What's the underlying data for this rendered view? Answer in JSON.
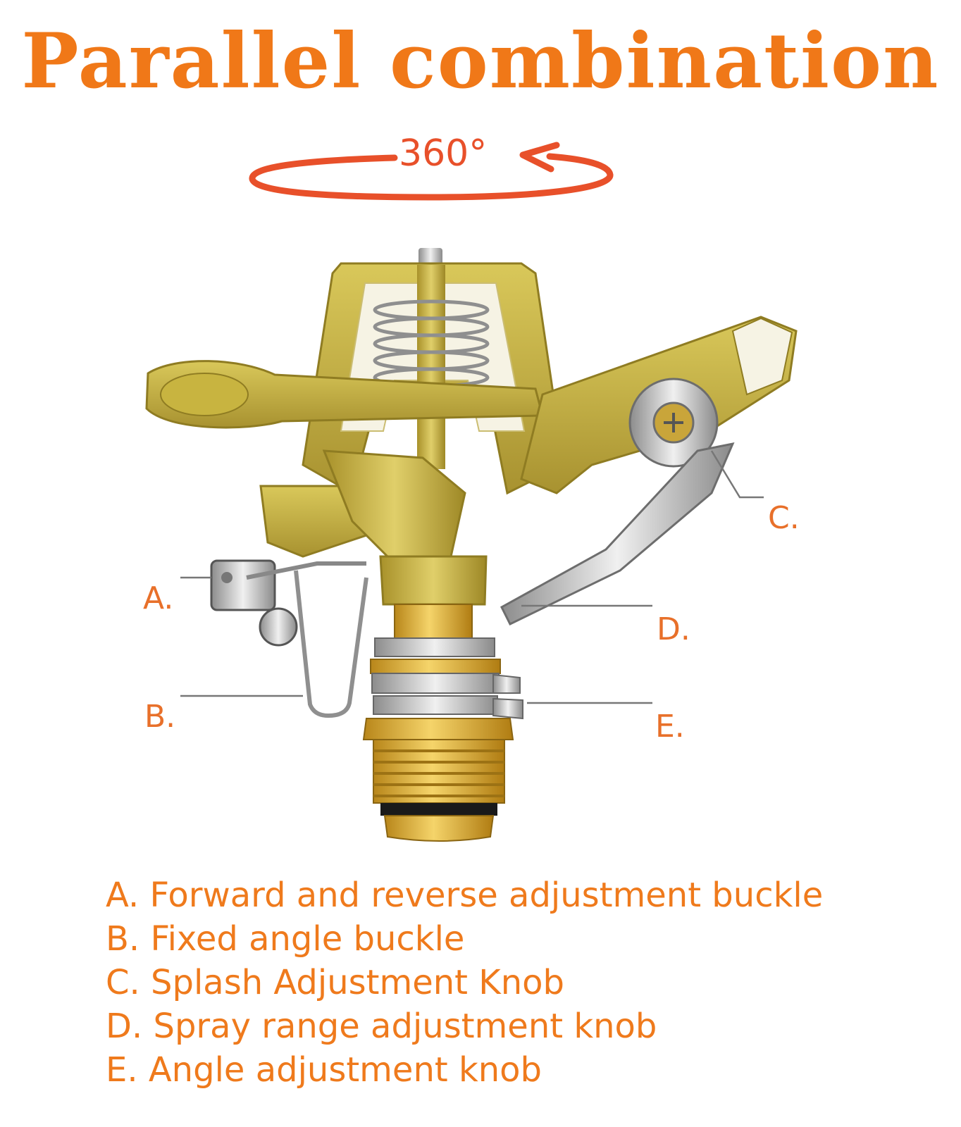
{
  "title": "Parallel combination",
  "rotation": "360°",
  "callouts": {
    "a": "A.",
    "b": "B.",
    "c": "C.",
    "d": "D.",
    "e": "E."
  },
  "legend": [
    "A. Forward and reverse adjustment buckle",
    "B. Fixed angle buckle",
    "C. Splash Adjustment Knob",
    "D. Spray range adjustment knob",
    "E. Angle adjustment knob"
  ],
  "colors": {
    "title": "#f07818",
    "label": "#e8702a",
    "arrow": "#e8502a",
    "body": "#c9b441",
    "brass": "#d9a826",
    "steel": "#b8b8b8"
  }
}
